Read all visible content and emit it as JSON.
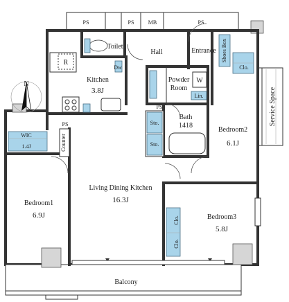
{
  "rooms": {
    "ps1": "PS",
    "ps2": "PS",
    "mb": "MB",
    "ps3": "PS",
    "toilet": "Toilet",
    "hall": "Hall",
    "entrance": "Entrance",
    "shoes_box": "Shoes Box",
    "clo_entrance": "Clo.",
    "refrigerator": "R",
    "kitchen_name": "Kitchen",
    "kitchen_size": "3.8J",
    "dw": "Dw",
    "powder_room_1": "Powder",
    "powder_room_2": "Room",
    "washer": "W",
    "linen": "Lin.",
    "ps_bath": "PS",
    "bath_name": "Bath",
    "bath_size": "1418",
    "sto1": "Sto.",
    "sto2": "Sto.",
    "ps4": "PS",
    "wic_name": "WIC",
    "wic_size": "1.4J",
    "counter": "Counter",
    "bedroom1_name": "Bedroom1",
    "bedroom1_size": "6.9J",
    "ldk_name": "Living Dining Kitchen",
    "ldk_size": "16.3J",
    "bedroom2_name": "Bedroom2",
    "bedroom2_size": "6.1J",
    "bedroom3_name": "Bedroom3",
    "bedroom3_size": "5.8J",
    "clo_b3a": "Clo.",
    "clo_b3b": "Clo.",
    "balcony": "Balcony",
    "service_space": "Service Space",
    "compass_n": "N"
  }
}
